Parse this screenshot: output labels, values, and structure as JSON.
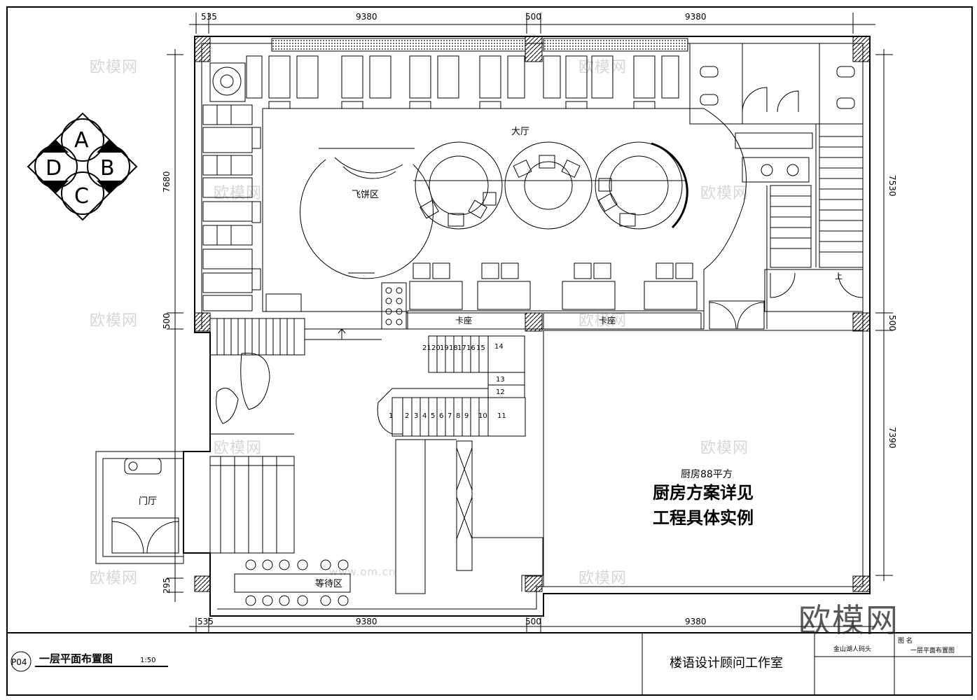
{
  "dimensions": {
    "top": [
      "535",
      "9380",
      "500",
      "9380"
    ],
    "bottom": [
      "535",
      "9380",
      "500",
      "9380"
    ],
    "left": [
      "7680",
      "500",
      "295"
    ],
    "right": [
      "7530",
      "500",
      "7390"
    ]
  },
  "compass": {
    "labels": [
      "A",
      "B",
      "C",
      "D"
    ]
  },
  "rooms": {
    "hall": "大厅",
    "flying_cake": "飞饼区",
    "booth_1": "卡座",
    "booth_2": "卡座",
    "foyer": "门厅",
    "waiting": "等待区"
  },
  "kitchen": {
    "area_note": "厨房88平方",
    "line1": "厨房方案详见",
    "line2": "工程具体实例"
  },
  "stairs": {
    "upper_steps": [
      "21",
      "20",
      "19",
      "18",
      "17",
      "16",
      "15",
      "14"
    ],
    "landing_steps": [
      "13",
      "12"
    ],
    "lower_steps": [
      "1",
      "2",
      "3",
      "4",
      "5",
      "6",
      "7",
      "8",
      "9",
      "10",
      "11"
    ],
    "up_mark": "上"
  },
  "title_block": {
    "sheet_no": "P04",
    "drawing_title": "一层平面布置图",
    "scale": "1:50",
    "studio": "楼语设计顾问工作室",
    "project": "金山湖人码头",
    "name_header": "图 名",
    "name_value": "一层平面布置图"
  },
  "watermark": {
    "brand_large": "欧模网",
    "brand_small": "欧模网",
    "url": "www.om.cn"
  }
}
